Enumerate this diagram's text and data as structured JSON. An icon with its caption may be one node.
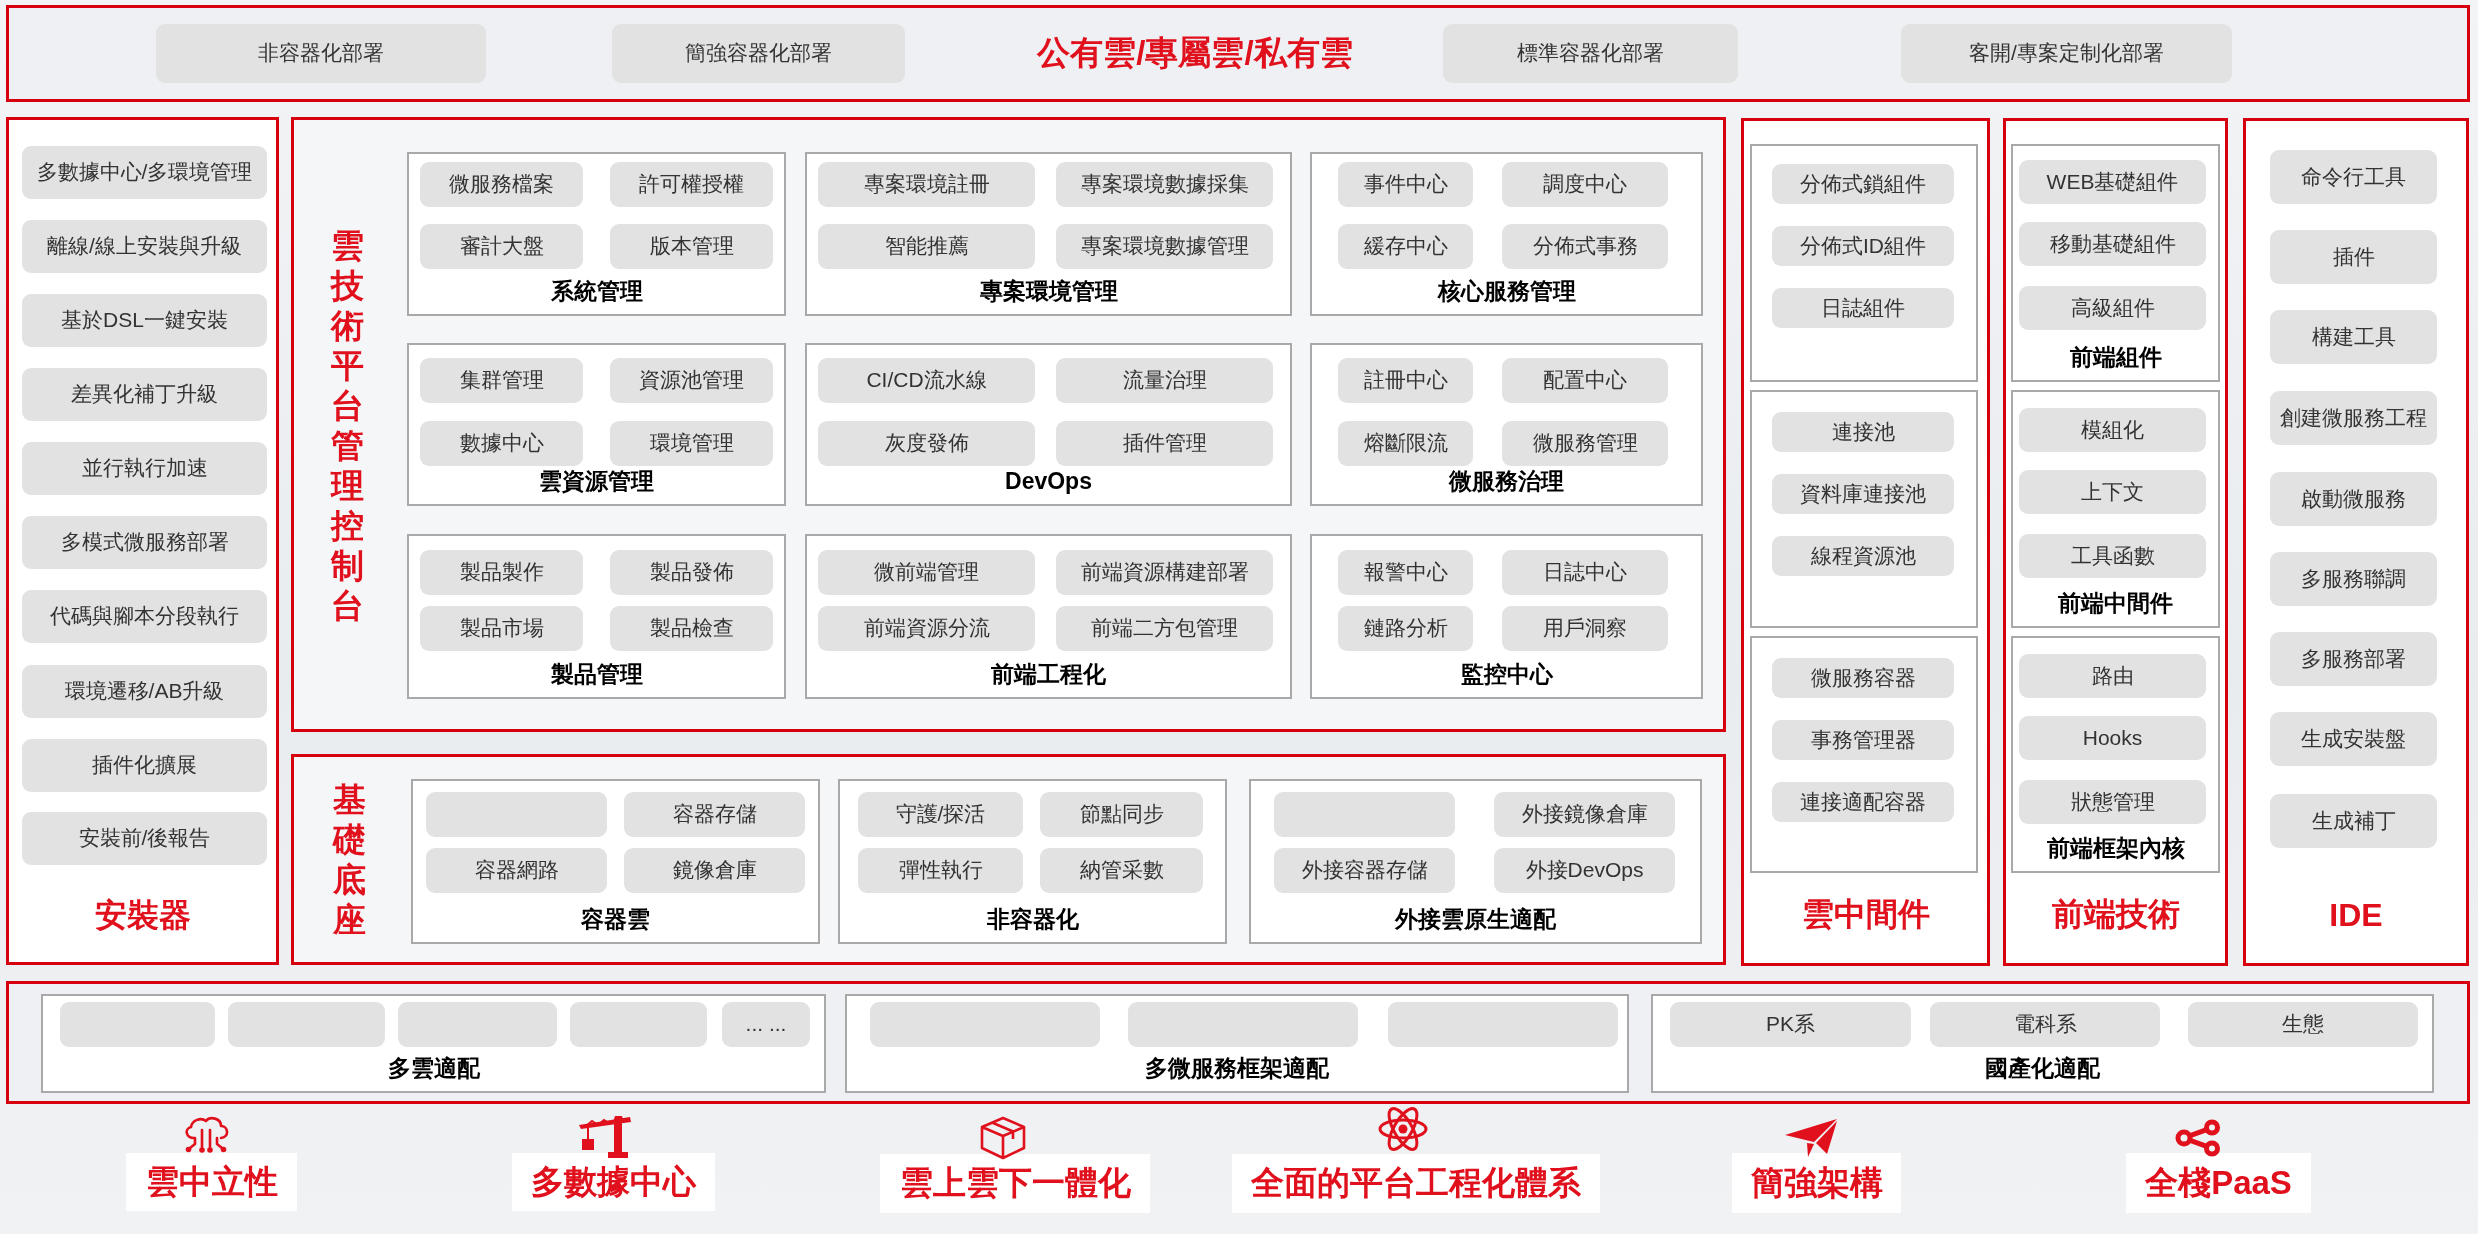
{
  "diagram": {
    "nodes": [
      {
        "text": [
          "公有雲/專屬雲/私有雲"
        ]
      },
      {
        "text": [
          "非容器化部署"
        ],
        "in": 0
      },
      {
        "text": [
          "簡強容器化部署"
        ],
        "in": 0
      },
      {
        "text": [
          "標準容器化部署"
        ],
        "in": 0
      },
      {
        "text": [
          "客開/專案定制化部署"
        ],
        "in": 0
      },
      {
        "text": [
          "安裝器"
        ]
      },
      {
        "text": [
          "多數據中心/多環境管理"
        ],
        "in": 5
      },
      {
        "text": [
          "離線/線上安裝與升級"
        ],
        "in": 5
      },
      {
        "text": [
          "基於DSL一鍵安裝"
        ],
        "in": 5
      },
      {
        "text": [
          "差異化補丁升級"
        ],
        "in": 5
      },
      {
        "text": [
          "並行執行加速"
        ],
        "in": 5
      },
      {
        "text": [
          "多模式微服務部署"
        ],
        "in": 5
      },
      {
        "text": [
          "代碼與腳本分段執行"
        ],
        "in": 5
      },
      {
        "text": [
          "環境遷移/AB升級"
        ],
        "in": 5
      },
      {
        "text": [
          "插件化擴展"
        ],
        "in": 5
      },
      {
        "text": [
          "安裝前/後報告"
        ],
        "in": 5
      },
      {
        "text": [
          "雲技術平台管理控制台"
        ]
      },
      {
        "text": [
          "系統管理"
        ],
        "in": 16
      },
      {
        "text": [
          "微服務檔案"
        ],
        "in": 17
      },
      {
        "text": [
          "許可權授權"
        ],
        "in": 17
      },
      {
        "text": [
          "審計大盤"
        ],
        "in": 17
      },
      {
        "text": [
          "版本管理"
        ],
        "in": 17
      },
      {
        "text": [
          "專案環境管理"
        ],
        "in": 16
      },
      {
        "text": [
          "專案環境註冊"
        ],
        "in": 22
      },
      {
        "text": [
          "專案環境數據採集"
        ],
        "in": 22
      },
      {
        "text": [
          "智能推薦"
        ],
        "in": 22
      },
      {
        "text": [
          "專案環境數據管理"
        ],
        "in": 22
      },
      {
        "text": [
          "核心服務管理"
        ],
        "in": 16
      },
      {
        "text": [
          "事件中心"
        ],
        "in": 27
      },
      {
        "text": [
          "調度中心"
        ],
        "in": 27
      },
      {
        "text": [
          "緩存中心"
        ],
        "in": 27
      },
      {
        "text": [
          "分佈式事務"
        ],
        "in": 27
      },
      {
        "text": [
          "雲資源管理"
        ],
        "in": 16
      },
      {
        "text": [
          "集群管理"
        ],
        "in": 32
      },
      {
        "text": [
          "資源池管理"
        ],
        "in": 32
      },
      {
        "text": [
          "數據中心"
        ],
        "in": 32
      },
      {
        "text": [
          "環境管理"
        ],
        "in": 32
      },
      {
        "text": [
          "DevOps"
        ],
        "in": 16
      },
      {
        "text": [
          "CI/CD流水線"
        ],
        "in": 37
      },
      {
        "text": [
          "流量治理"
        ],
        "in": 37
      },
      {
        "text": [
          "灰度發佈"
        ],
        "in": 37
      },
      {
        "text": [
          "插件管理"
        ],
        "in": 37
      },
      {
        "text": [
          "微服務治理"
        ],
        "in": 16
      },
      {
        "text": [
          "註冊中心"
        ],
        "in": 42
      },
      {
        "text": [
          "配置中心"
        ],
        "in": 42
      },
      {
        "text": [
          "熔斷限流"
        ],
        "in": 42
      },
      {
        "text": [
          "微服務管理"
        ],
        "in": 42
      },
      {
        "text": [
          "製品管理"
        ],
        "in": 16
      },
      {
        "text": [
          "製品製作"
        ],
        "in": 47
      },
      {
        "text": [
          "製品發佈"
        ],
        "in": 47
      },
      {
        "text": [
          "製品市場"
        ],
        "in": 47
      },
      {
        "text": [
          "製品檢查"
        ],
        "in": 47
      },
      {
        "text": [
          "前端工程化"
        ],
        "in": 16
      },
      {
        "text": [
          "微前端管理"
        ],
        "in": 52
      },
      {
        "text": [
          "前端資源構建部署"
        ],
        "in": 52
      },
      {
        "text": [
          "前端資源分流"
        ],
        "in": 52
      },
      {
        "text": [
          "前端二方包管理"
        ],
        "in": 52
      },
      {
        "text": [
          "監控中心"
        ],
        "in": 16
      },
      {
        "text": [
          "報警中心"
        ],
        "in": 57
      },
      {
        "text": [
          "日誌中心"
        ],
        "in": 57
      },
      {
        "text": [
          "鏈路分析"
        ],
        "in": 57
      },
      {
        "text": [
          "用戶洞察"
        ],
        "in": 57
      },
      {
        "text": [
          "基礎底座"
        ]
      },
      {
        "text": [
          "容器雲"
        ],
        "in": 62
      },
      {
        "text": [],
        "shape": "box",
        "in": 63
      },
      {
        "text": [
          "容器存儲"
        ],
        "in": 63
      },
      {
        "text": [
          "容器網路"
        ],
        "in": 63
      },
      {
        "text": [
          "鏡像倉庫"
        ],
        "in": 63
      },
      {
        "text": [
          "非容器化"
        ],
        "in": 62
      },
      {
        "text": [
          "守護/探活"
        ],
        "in": 68
      },
      {
        "text": [
          "節點同步"
        ],
        "in": 68
      },
      {
        "text": [
          "彈性執行"
        ],
        "in": 68
      },
      {
        "text": [
          "納管采數"
        ],
        "in": 68
      },
      {
        "text": [
          "外接雲原生適配"
        ],
        "in": 62
      },
      {
        "text": [],
        "shape": "box",
        "in": 73
      },
      {
        "text": [
          "外接鏡像倉庫"
        ],
        "in": 73
      },
      {
        "text": [
          "外接容器存儲"
        ],
        "in": 73
      },
      {
        "text": [
          "外接DevOps"
        ],
        "in": 73
      },
      {
        "text": [
          "雲中間件"
        ]
      },
      {
        "text": [],
        "shape": "box",
        "in": 78
      },
      {
        "text": [
          "分佈式鎖組件"
        ],
        "in": 79
      },
      {
        "text": [
          "分佈式ID組件"
        ],
        "in": 79
      },
      {
        "text": [
          "日誌組件"
        ],
        "in": 79
      },
      {
        "text": [],
        "shape": "box",
        "in": 78
      },
      {
        "text": [
          "連接池"
        ],
        "in": 83
      },
      {
        "text": [
          "資料庫連接池"
        ],
        "in": 83
      },
      {
        "text": [
          "線程資源池"
        ],
        "in": 83
      },
      {
        "text": [],
        "shape": "box",
        "in": 78
      },
      {
        "text": [
          "微服務容器"
        ],
        "in": 87
      },
      {
        "text": [
          "事務管理器"
        ],
        "in": 87
      },
      {
        "text": [
          "連接適配容器"
        ],
        "in": 87
      },
      {
        "text": [
          "前端技術"
        ]
      },
      {
        "text": [
          "前端組件"
        ],
        "in": 91
      },
      {
        "text": [
          "WEB基礎組件"
        ],
        "in": 92
      },
      {
        "text": [
          "移動基礎組件"
        ],
        "in": 92
      },
      {
        "text": [
          "高級組件"
        ],
        "in": 92
      },
      {
        "text": [
          "前端中間件"
        ],
        "in": 91
      },
      {
        "text": [
          "模組化"
        ],
        "in": 96
      },
      {
        "text": [
          "上下文"
        ],
        "in": 96
      },
      {
        "text": [
          "工具函數"
        ],
        "in": 96
      },
      {
        "text": [
          "前端框架內核"
        ],
        "in": 91
      },
      {
        "text": [
          "路由"
        ],
        "in": 100
      },
      {
        "text": [
          "Hooks"
        ],
        "in": 100
      },
      {
        "text": [
          "狀態管理"
        ],
        "in": 100
      },
      {
        "text": [
          "IDE"
        ]
      },
      {
        "text": [
          "命令行工具"
        ],
        "in": 104
      },
      {
        "text": [
          "插件"
        ],
        "in": 104
      },
      {
        "text": [
          "構建工具"
        ],
        "in": 104
      },
      {
        "text": [
          "創建微服務工程"
        ],
        "in": 104
      },
      {
        "text": [
          "啟動微服務"
        ],
        "in": 104
      },
      {
        "text": [
          "多服務聯調"
        ],
        "in": 104
      },
      {
        "text": [
          "多服務部署"
        ],
        "in": 104
      },
      {
        "text": [
          "生成安裝盤"
        ],
        "in": 104
      },
      {
        "text": [
          "生成補丁"
        ],
        "in": 104
      },
      {
        "text": [],
        "shape": "box"
      },
      {
        "text": [
          "多雲適配"
        ],
        "in": 114
      },
      {
        "text": [],
        "shape": "box",
        "in": 115
      },
      {
        "text": [],
        "shape": "box",
        "in": 115
      },
      {
        "text": [],
        "shape": "box",
        "in": 115
      },
      {
        "text": [],
        "shape": "box",
        "in": 115
      },
      {
        "text": [
          "... ..."
        ],
        "in": 115
      },
      {
        "text": [
          "多微服務框架適配"
        ],
        "in": 114
      },
      {
        "text": [],
        "shape": "box",
        "in": 121
      },
      {
        "text": [],
        "shape": "box",
        "in": 121
      },
      {
        "text": [],
        "shape": "box",
        "in": 121
      },
      {
        "text": [
          "國產化適配"
        ],
        "in": 114
      },
      {
        "text": [
          "PK系"
        ],
        "in": 125
      },
      {
        "text": [
          "電科系"
        ],
        "in": 125
      },
      {
        "text": [
          "生態"
        ],
        "in": 125
      },
      {
        "text": [
          "雲中立性"
        ]
      },
      {
        "text": [
          "多數據中心"
        ]
      },
      {
        "text": [
          "雲上雲下一體化"
        ]
      },
      {
        "text": [
          "全面的平台工程化體系"
        ]
      },
      {
        "text": [
          "簡強架構"
        ]
      },
      {
        "text": [
          "全棧PaaS"
        ]
      }
    ]
  }
}
